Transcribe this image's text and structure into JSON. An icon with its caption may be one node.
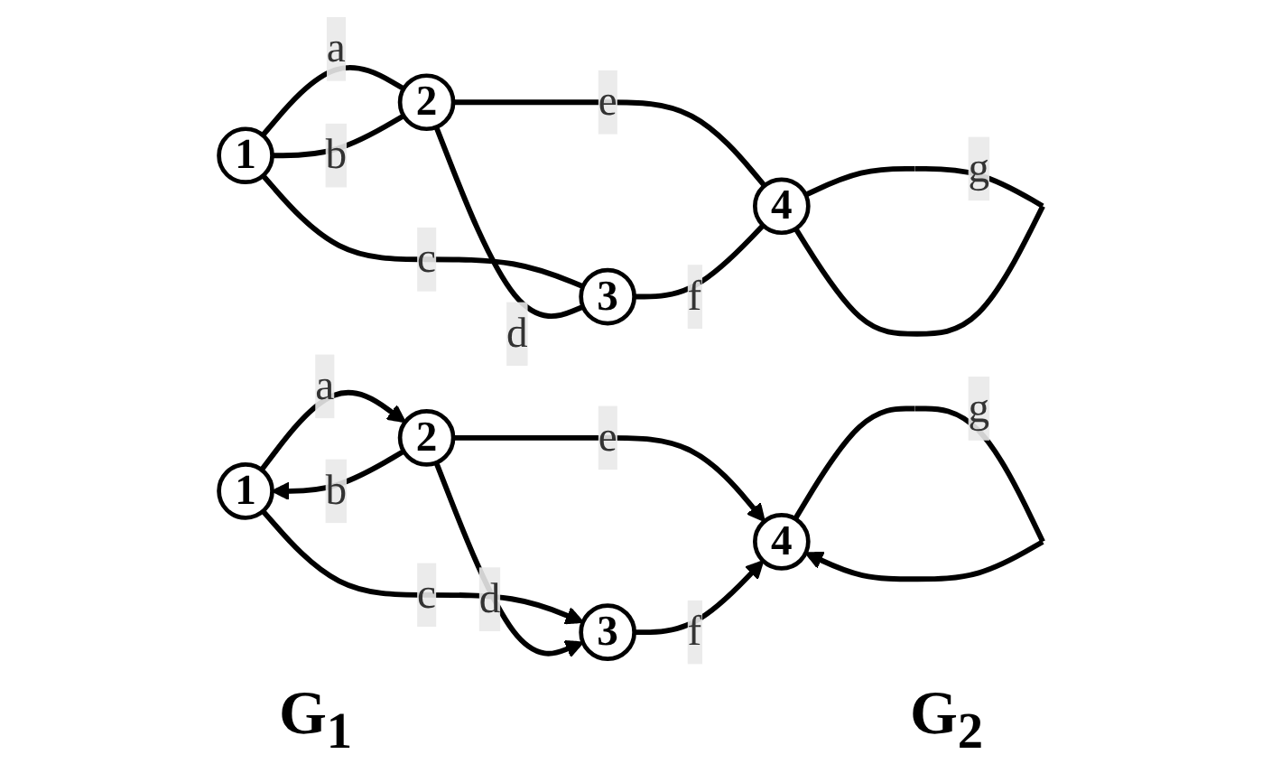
{
  "diagram": {
    "nodes": [
      {
        "text": [
          "1"
        ]
      },
      {
        "text": [
          "2"
        ]
      },
      {
        "text": [
          "3"
        ]
      },
      {
        "text": [
          "4"
        ]
      },
      {
        "text": [
          "1"
        ]
      },
      {
        "text": [
          "2"
        ]
      },
      {
        "text": [
          "3"
        ]
      },
      {
        "text": [
          "4"
        ]
      }
    ],
    "edges": [
      {
        "from": 0,
        "to": 1,
        "arrow": "none",
        "label": "a"
      },
      {
        "from": 0,
        "to": 1,
        "arrow": "none",
        "label": "b"
      },
      {
        "from": 0,
        "to": 2,
        "arrow": "none",
        "label": "c"
      },
      {
        "from": 1,
        "to": 2,
        "arrow": "none",
        "label": "d"
      },
      {
        "from": 1,
        "to": 3,
        "arrow": "none",
        "label": "e"
      },
      {
        "from": 2,
        "to": 3,
        "arrow": "none",
        "label": "f"
      },
      {
        "from": 3,
        "to": 3,
        "arrow": "none",
        "label": "g"
      },
      {
        "from": 4,
        "to": 5,
        "arrow": "to",
        "label": "a"
      },
      {
        "from": 5,
        "to": 4,
        "arrow": "to",
        "label": "b"
      },
      {
        "from": 4,
        "to": 6,
        "arrow": "to",
        "label": "c"
      },
      {
        "from": 5,
        "to": 6,
        "arrow": "to",
        "label": "d"
      },
      {
        "from": 5,
        "to": 7,
        "arrow": "to",
        "label": "e"
      },
      {
        "from": 6,
        "to": 7,
        "arrow": "to",
        "label": "f"
      },
      {
        "from": 7,
        "to": 7,
        "arrow": "to",
        "label": "g"
      }
    ],
    "labels": [
      "G$_{1}$",
      "G$_{2}$"
    ]
  }
}
